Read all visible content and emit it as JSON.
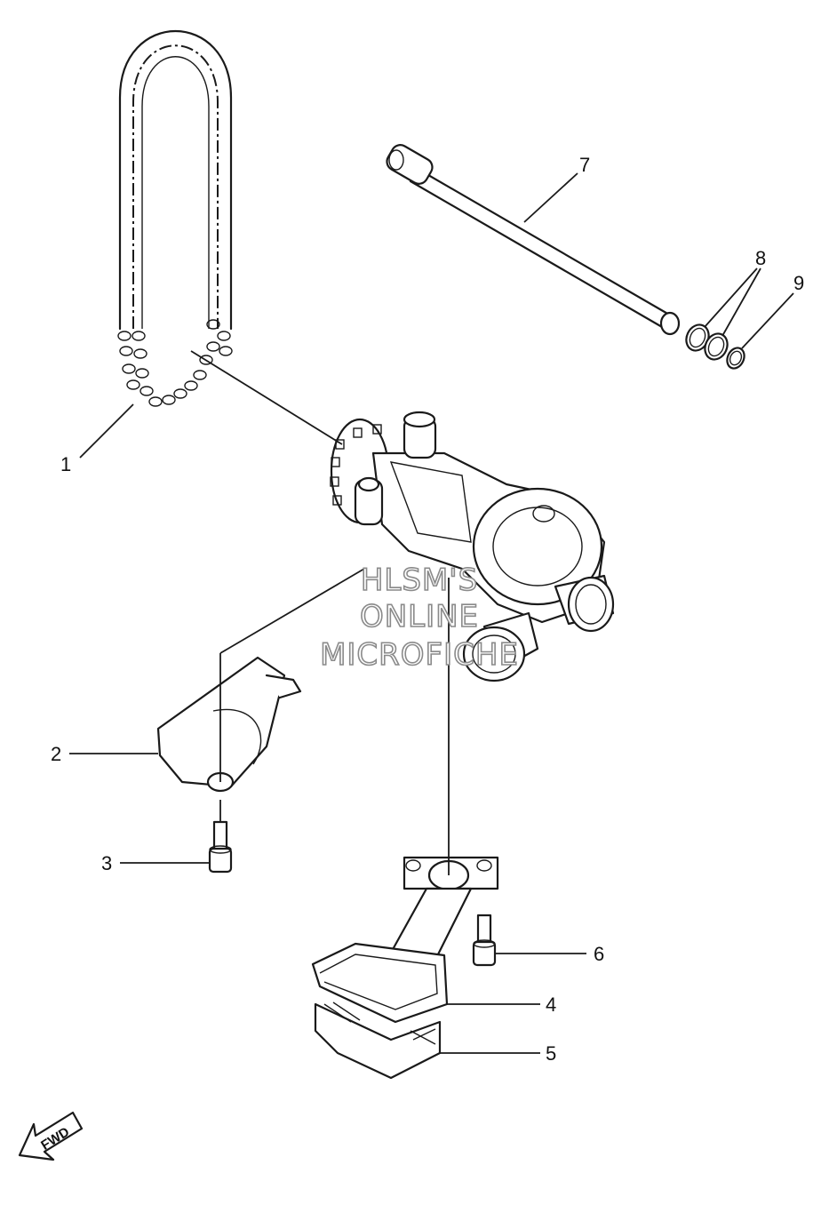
{
  "diagram": {
    "callouts": [
      {
        "id": "1",
        "label": "1"
      },
      {
        "id": "2",
        "label": "2"
      },
      {
        "id": "3",
        "label": "3"
      },
      {
        "id": "4",
        "label": "4"
      },
      {
        "id": "5",
        "label": "5"
      },
      {
        "id": "6",
        "label": "6"
      },
      {
        "id": "7",
        "label": "7"
      },
      {
        "id": "8",
        "label": "8"
      },
      {
        "id": "9",
        "label": "9"
      }
    ],
    "watermark": [
      "HLSM'S",
      "ONLINE",
      "MICROFICHE"
    ],
    "direction_indicator": "FWD"
  }
}
